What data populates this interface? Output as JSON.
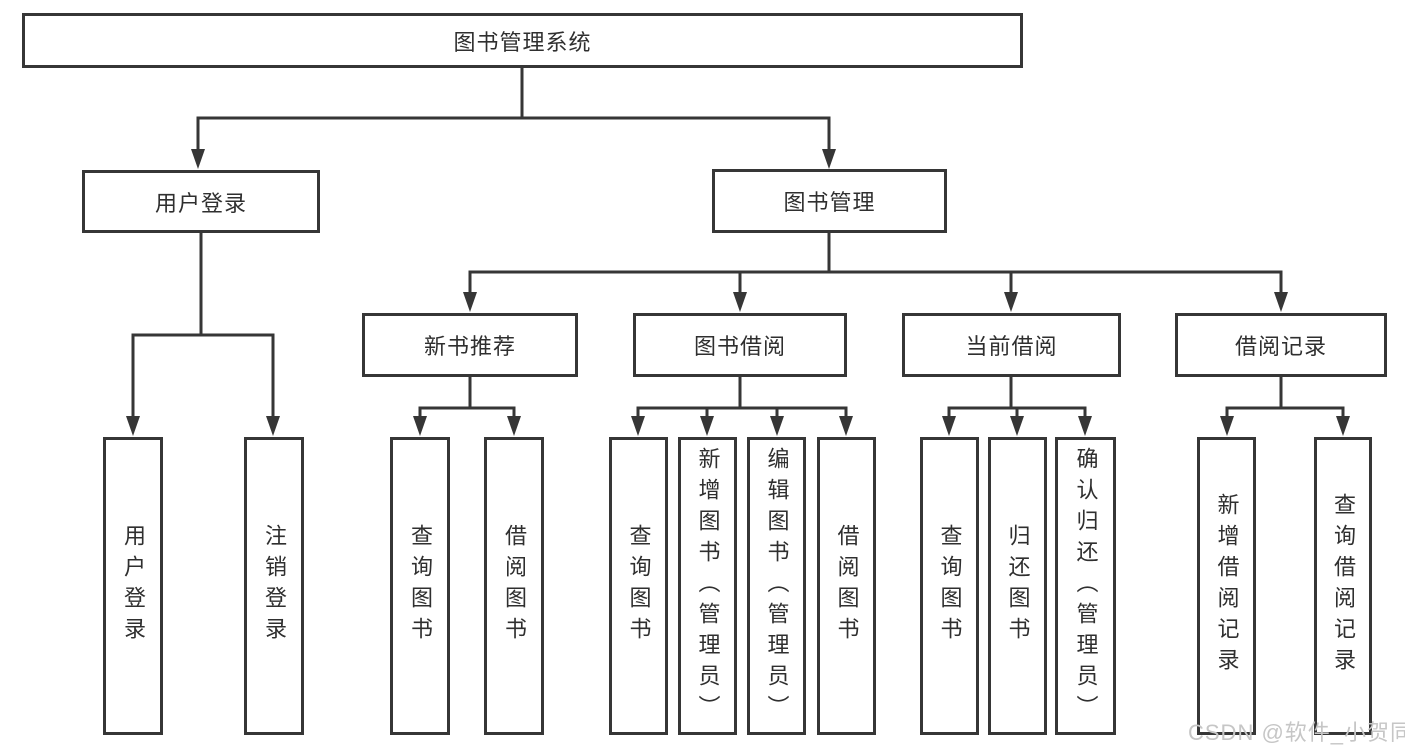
{
  "page": {
    "background": "#ffffff",
    "line_color": "#363636",
    "text_color": "#2f2f2f"
  },
  "tree": {
    "root": {
      "label": "图书管理系统"
    },
    "branches": [
      {
        "label": "用户登录",
        "children": [
          {
            "label": "用户登录"
          },
          {
            "label": "注销登录"
          }
        ]
      },
      {
        "label": "图书管理",
        "groups": [
          {
            "label": "新书推荐",
            "children": [
              {
                "label": "查询图书"
              },
              {
                "label": "借阅图书"
              }
            ]
          },
          {
            "label": "图书借阅",
            "children": [
              {
                "label": "查询图书"
              },
              {
                "label": "新增图书（管理员）"
              },
              {
                "label": "编辑图书（管理员）"
              },
              {
                "label": "借阅图书"
              }
            ]
          },
          {
            "label": "当前借阅",
            "children": [
              {
                "label": "查询图书"
              },
              {
                "label": "归还图书"
              },
              {
                "label": "确认归还（管理员）"
              }
            ]
          },
          {
            "label": "借阅记录",
            "children": [
              {
                "label": "新增借阅记录"
              },
              {
                "label": "查询借阅记录"
              }
            ]
          }
        ]
      }
    ]
  },
  "watermark": {
    "text": "CSDN @软件_小贺同学",
    "color": "#c6c6c6"
  }
}
